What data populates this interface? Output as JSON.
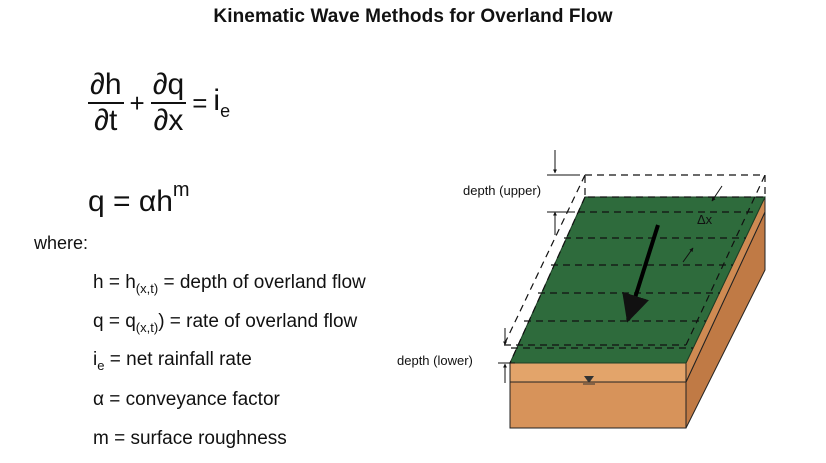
{
  "title": "Kinematic Wave Methods for Overland Flow",
  "equation1": {
    "num1": "∂h",
    "den1": "∂t",
    "plus": "+",
    "num2": "∂q",
    "den2": "∂x",
    "equals": "=",
    "rhs_base": "i",
    "rhs_sub": "e"
  },
  "equation2": {
    "lhs": "q = ",
    "alpha": "α",
    "h": "h",
    "exp": "m"
  },
  "where_label": "where:",
  "definitions": [
    {
      "lhs": "h = h",
      "sub": "(x,t)",
      "rhs": " = depth of overland flow"
    },
    {
      "lhs": "q = q",
      "sub": "(x,t)",
      "rhs": ") = rate of overland flow"
    },
    {
      "lhs": "i",
      "sub": "e",
      "rhs": " = net rainfall rate"
    },
    {
      "lhs": "α",
      "sub": "",
      "rhs": " = conveyance factor"
    },
    {
      "lhs": "m",
      "sub": "",
      "rhs": " = surface roughness"
    }
  ],
  "diagram": {
    "label_upper": "depth (upper)",
    "label_lower": "depth (lower)",
    "label_dx": "Δx",
    "colors": {
      "water": "#2e6b3c",
      "soil_top": "#e3a46a",
      "soil_front": "#d7935a",
      "soil_side": "#c07a45"
    }
  }
}
